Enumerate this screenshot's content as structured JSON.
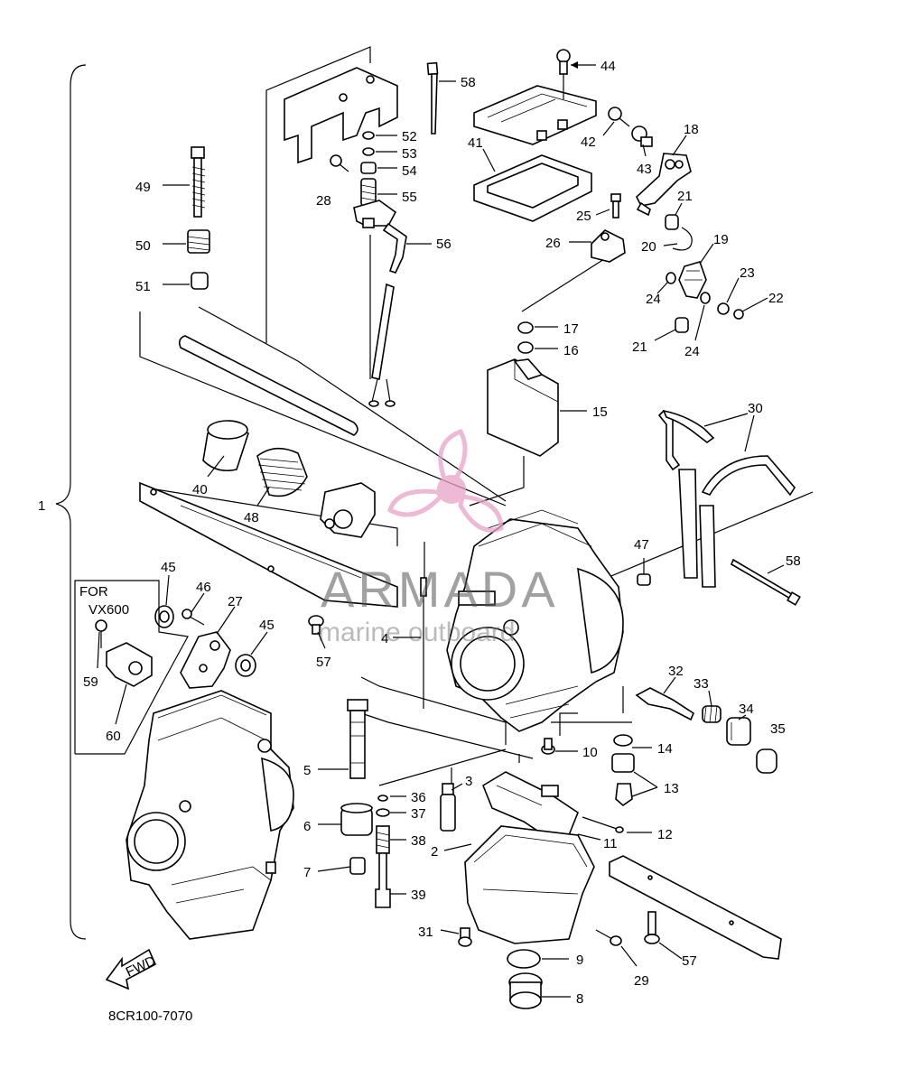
{
  "diagram_code": "8CR100-7070",
  "fwd_label": "FWD",
  "for_label_line1": "FOR",
  "for_label_line2": "VX600",
  "assembly_number": "1",
  "watermark": {
    "brand": "ARMADA",
    "tagline": "marine outboard",
    "logo_color": "#e8a2c8"
  },
  "callouts": [
    "1",
    "2",
    "3",
    "4",
    "5",
    "6",
    "7",
    "8",
    "9",
    "10",
    "11",
    "12",
    "13",
    "14",
    "15",
    "16",
    "17",
    "18",
    "19",
    "20",
    "21",
    "22",
    "23",
    "24",
    "25",
    "26",
    "27",
    "28",
    "29",
    "30",
    "31",
    "32",
    "33",
    "34",
    "35",
    "36",
    "37",
    "38",
    "39",
    "40",
    "41",
    "42",
    "43",
    "44",
    "45",
    "46",
    "47",
    "48",
    "49",
    "50",
    "51",
    "52",
    "53",
    "54",
    "55",
    "56",
    "57",
    "58",
    "59",
    "60"
  ]
}
